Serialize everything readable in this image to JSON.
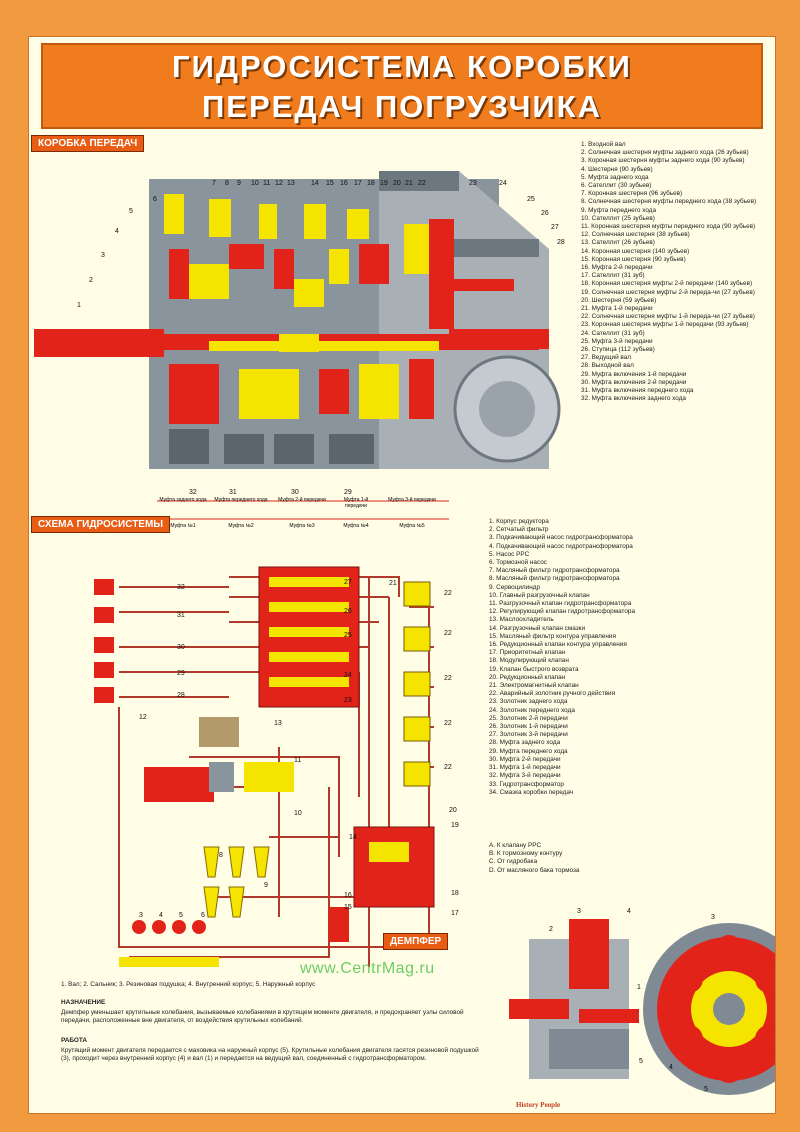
{
  "title": {
    "line1": "ГИДРОСИСТЕМА КОРОБКИ",
    "line2": "ПЕРЕДАЧ ПОГРУЗЧИКА"
  },
  "sections": {
    "gearbox": "КОРОБКА ПЕРЕДАЧ",
    "hydro": "СХЕМА ГИДРОСИСТЕМЫ",
    "damper": "ДЕМПФЕР"
  },
  "gearbox_legend": [
    "1. Входной вал",
    "2. Солнечная шестерня муфты заднего хода (26 зубьев)",
    "3. Коронная шестерня муфты заднего хода (90 зубьев)",
    "4. Шестерня (90 зубьев)",
    "5. Муфта заднего хода",
    "6. Сателлит (30 зубьев)",
    "7. Коронная шестерня (96 зубьев)",
    "8. Солнечная шестерня муфты переднего хода (38 зубьев)",
    "9. Муфта переднего хода",
    "10. Сателлит (25 зубьев)",
    "11. Коронная шестерня муфты переднего хода (90 зубьев)",
    "12. Солнечная шестерня (38 зубьев)",
    "13. Сателлит (26 зубьев)",
    "14. Коронная шестерня (140 зубьев)",
    "15. Коронная шестерня (90 зубьев)",
    "16. Муфта 2-й передачи",
    "17. Сателлит (31 зуб)",
    "18. Коронная шестерня муфты 2-й передачи (140 зубьев)",
    "19. Солнечная шестерня муфты 2-й переда-чи (27 зубьев)",
    "20. Шестерня (59 зубьев)",
    "21. Муфта 1-й передачи",
    "22. Солнечная шестерня муфты 1-й переда-чи (27 зубьев)",
    "23. Коронная шестерня муфты 1-й передачи (93 зубьев)",
    "24. Сателлит (31 зуб)",
    "25. Муфта 3-й передачи",
    "26. Ступица (112 зубьев)",
    "27. Ведущий вал",
    "28. Выходной вал",
    "29. Муфта включения 1-й передачи",
    "30. Муфта включения 2-й передачи",
    "31. Муфта включения переднего хода",
    "32. Муфта включения заднего хода"
  ],
  "hydro_legend": [
    "1. Корпус редуктора",
    "2. Сетчатый фильтр",
    "3. Подкачивающий насос гидротрансформатора",
    "4. Подкачивающий насос гидротрансформатора",
    "5. Насос PPC",
    "6. Тормозной насос",
    "7. Масляный фильтр гидротрансформатора",
    "8. Масляный фильтр гидротрансформатора",
    "9. Сервоцилиндр",
    "10. Главный разгрузочный клапан",
    "11. Разгрузочный клапан гидротрансформатора",
    "12. Регулирующий клапан гидротрансформатора",
    "13. Маслоохладитель",
    "14. Разгрузочный клапан смазки",
    "15. Масляный фильтр контура управления",
    "16. Редукционный клапан контура управления",
    "17. Приоритетный клапан",
    "18. Модулирующий клапан",
    "19. Клапан быстрого возврата",
    "20. Редукционный клапан",
    "21. Электромагнитный клапан",
    "22. Аварийный золотник ручного действия",
    "23. Золотник заднего хода",
    "24. Золотник переднего хода",
    "25. Золотник 2-й передачи",
    "26. Золотник 1-й передачи",
    "27. Золотник 3-й передачи",
    "28. Муфта заднего хода",
    "29. Муфта переднего хода",
    "30. Муфта 2-й передачи",
    "31. Муфта 1-й передачи",
    "32. Муфта 3-й передачи",
    "33. Гидротрансформатор",
    "34. Смазка коробки передач"
  ],
  "hydro_notes": [
    "A. К клапану PPC",
    "B. К тормозному контуру",
    "C. От гидробака",
    "D. От масляного бака тормоза"
  ],
  "gearbox_clutches": [
    "Муфта заднего хода",
    "Муфта переднего хода",
    "Муфта 2-й передачи",
    "Муфта 1-й передачи",
    "Муфта 3-й передачи"
  ],
  "gearbox_clutch_nums": [
    "Муфта №1",
    "Муфта №2",
    "Муфта №3",
    "Муфта №4",
    "Муфта №5"
  ],
  "damper": {
    "parts": "1. Вал; 2. Сальник; 3. Резиновая подушка; 4. Внутренний корпус; 5. Наружный корпус",
    "purpose_title": "НАЗНАЧЕНИЕ",
    "purpose_text": "Демпфер уменьшает крутильные колебания, вызываемые колебаниями в крутящем моменте двигателя, и предохраняет узлы силовой передачи, расположенные вне двигателя, от воздействия крутильных колебаний.",
    "work_title": "РАБОТА",
    "work_text": "Крутящий момент двигателя передается с маховика на наружный корпус (5). Крутильные колебания двигателя гасятся резиновой подушкой (3), проходит через внутренний корпус (4) и вал (1) и передается на ведущий вал, соединенный с гидротрансформатором."
  },
  "watermark": "www.CentrMag.ru",
  "footer_brand": "History People",
  "colors": {
    "orange": "#f07c1e",
    "red": "#e2231a",
    "yellow": "#f5e400",
    "steel": "#7f8a94"
  }
}
